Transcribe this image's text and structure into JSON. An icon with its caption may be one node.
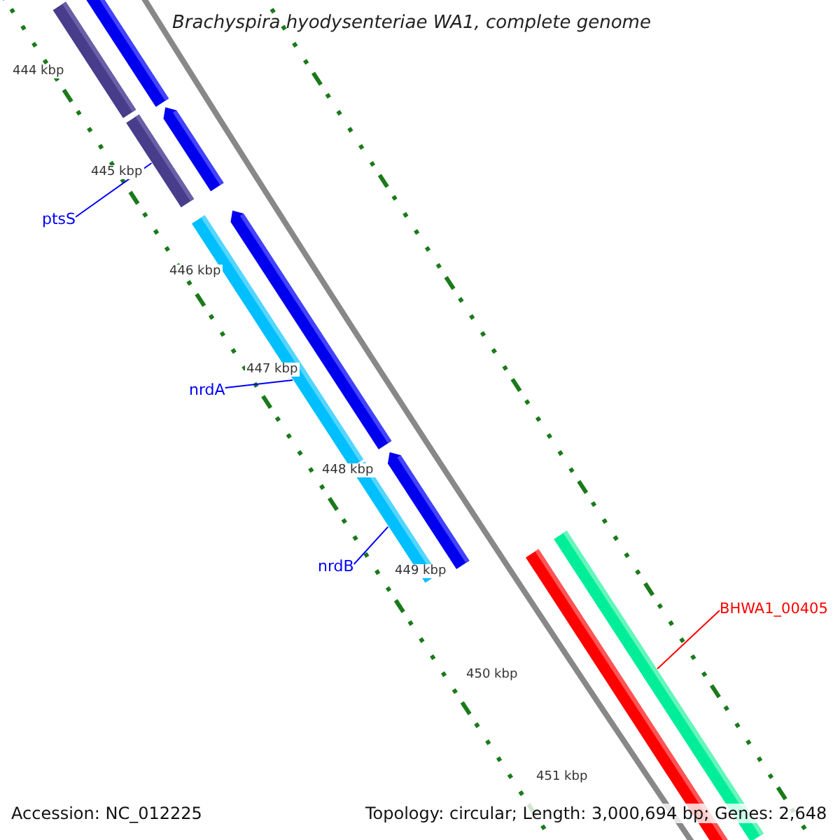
{
  "diagram": {
    "title": "Brachyspira hyodysenteriae WA1, complete genome",
    "nodes": [
      {
        "text": [
          "ptsS"
        ]
      },
      {
        "text": [],
        "shape": "bar"
      },
      {
        "text": [
          "nrdA"
        ]
      },
      {
        "text": [],
        "shape": "bar"
      },
      {
        "text": [
          "nrdB"
        ]
      },
      {
        "text": [],
        "shape": "bar"
      },
      {
        "text": [
          "BHWA1_00405"
        ]
      },
      {
        "text": [],
        "shape": "bar"
      }
    ],
    "edges": [
      {
        "from": 0,
        "to": 1,
        "arrow": "none"
      },
      {
        "from": 2,
        "to": 3,
        "arrow": "none"
      },
      {
        "from": 4,
        "to": 5,
        "arrow": "none"
      },
      {
        "from": 6,
        "to": 7,
        "arrow": "none",
        "color": "#ff0000"
      }
    ],
    "labels": [
      "444 kbp",
      "445 kbp",
      "446 kbp",
      "447 kbp",
      "448 kbp",
      "449 kbp",
      "450 kbp",
      "451 kbp",
      "Accession: NC_012225",
      "Topology: circular; Length: 3,000,694 bp; Genes: 2,648"
    ]
  }
}
